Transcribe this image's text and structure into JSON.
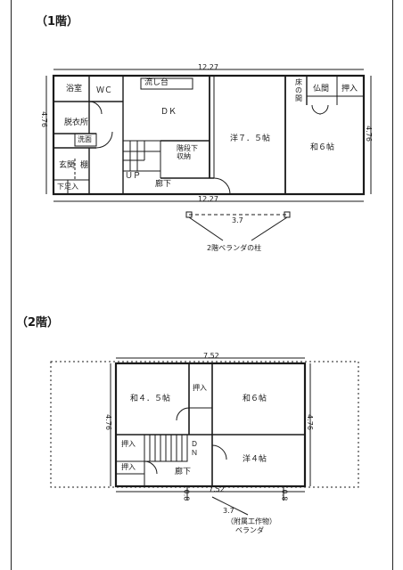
{
  "floor1": {
    "title": "（1階）",
    "dims": {
      "top": "12.27",
      "bottom": "12.27",
      "left": "4.76",
      "right": "4.76",
      "veranda_span": "3.7"
    },
    "rooms": {
      "bath": "浴室",
      "wc": "ＷＣ",
      "sink": "流し台",
      "dk": "ＤＫ",
      "western": "洋７．５帖",
      "tokonoma": "床の間",
      "butsuma": "仏間",
      "oshiire": "押入",
      "japanese": "和６帖",
      "dressing": "脱衣所",
      "washbasin": "洗面",
      "entrance": "玄関",
      "shoebox": "棚",
      "shoes": "下足入",
      "up": "ＵＰ",
      "hall": "廊下",
      "under_stairs": "階段下収納"
    },
    "note": "2階ベランダの柱"
  },
  "floor2": {
    "title": "（2階）",
    "dims": {
      "top": "7.52",
      "bottom": "7.52",
      "left": "4.76",
      "right": "4.76",
      "offset_left": "0.8",
      "offset_right": "0.8",
      "veranda_span": "3.7"
    },
    "rooms": {
      "japanese45": "和４．５帖",
      "oshiire_mid": "押入",
      "japanese6": "和６帖",
      "western4": "洋４帖",
      "dn": "ＤＮ",
      "oshiire_a": "押入",
      "oshiire_b": "押入",
      "hall": "廊下"
    },
    "note1": "（附属工作物）",
    "note2": "ベランダ"
  }
}
